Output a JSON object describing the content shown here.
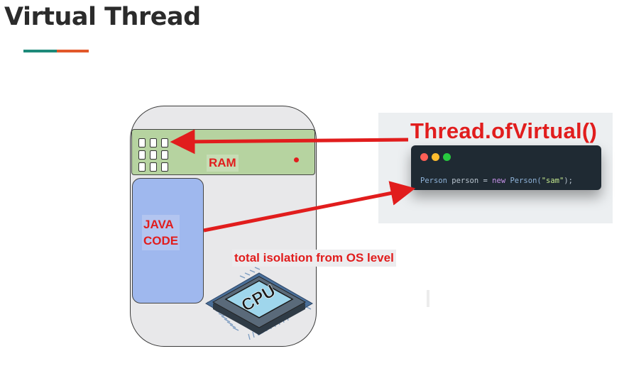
{
  "slide": {
    "title": "Virtual Thread",
    "accent_colors": [
      "#1e8a7a",
      "#e2582a"
    ]
  },
  "diagram": {
    "ram_label": "RAM",
    "java_label_line1": "JAVA",
    "java_label_line2": "CODE",
    "isolation_label": "total isolation from OS level",
    "cpu_label": "CPU",
    "method_label": "Thread.ofVirtual()",
    "arrow_color": "#e11d1d"
  },
  "code_snippet": {
    "tokens": {
      "t1": "Person",
      "t2": " person",
      "t3": " = ",
      "t4": "new",
      "t5": " Person(",
      "t6": "\"sam\"",
      "t7": ");"
    }
  }
}
